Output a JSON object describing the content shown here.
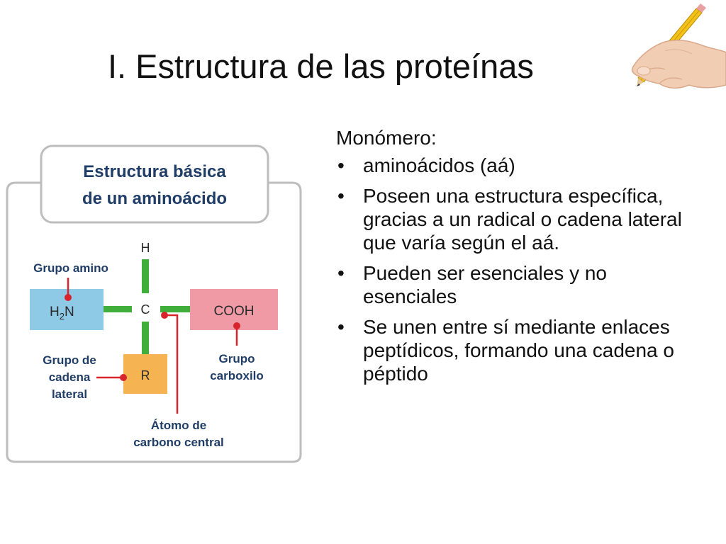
{
  "slide": {
    "title": "I. Estructura de las proteínas"
  },
  "content": {
    "heading": "Monómero:",
    "bullets": [
      "aminoácidos (aá)",
      "Poseen una estructura específica, gracias a un radical o cadena lateral que varía según el aá.",
      "Pueden ser esenciales y no esenciales",
      "Se unen entre sí mediante enlaces peptídicos, formando una cadena o péptido"
    ]
  },
  "diagram": {
    "title_line1": "Estructura básica",
    "title_line2": "de un aminoácido",
    "atom_h": "H",
    "atom_c": "C",
    "atom_r": "R",
    "amino_formula_h": "H",
    "amino_formula_sub": "2",
    "amino_formula_n": "N",
    "carboxyl_formula": "COOH",
    "label_amino": "Grupo amino",
    "label_side_chain": [
      "Grupo de",
      "cadena",
      "lateral"
    ],
    "label_carboxyl": [
      "Grupo",
      "carboxilo"
    ],
    "label_central_carbon": [
      "Átomo de",
      "carbono central"
    ],
    "colors": {
      "bond_green": "#3fae3a",
      "amino_box": "#8ec9e6",
      "carboxyl_box": "#ef9aa5",
      "r_box": "#f6b352",
      "pointer_red": "#d7242d",
      "label_navy": "#1f3d66"
    }
  },
  "decoration": {
    "image": "hand-holding-pencil"
  }
}
